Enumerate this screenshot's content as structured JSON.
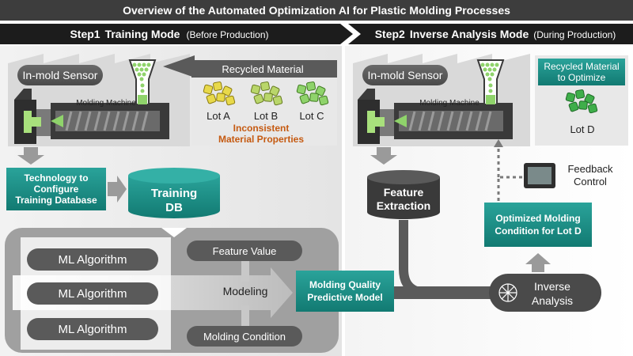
{
  "title": "Overview of the Automated Optimization AI for Plastic Molding Processes",
  "step1": {
    "label": "Step1",
    "name": "Training Mode",
    "note": "(Before Production)",
    "sensor_label": "In-mold Sensor",
    "machine_label": "Molding Machine",
    "recycled_label": "Recycled Material",
    "lots": [
      "Lot A",
      "Lot B",
      "Lot C"
    ],
    "inconsistent_line1": "Inconsistent",
    "inconsistent_line2": "Material Properties",
    "tech_line1": "Technology to",
    "tech_line2": "Configure",
    "tech_line3": "Training Database",
    "db_line1": "Training",
    "db_line2": "DB",
    "ml_algorithms": [
      "ML Algorithm",
      "ML Algorithm",
      "ML Algorithm"
    ],
    "feature_value": "Feature Value",
    "modeling": "Modeling",
    "molding_condition": "Molding Condition",
    "model_line1": "Molding Quality",
    "model_line2": "Predictive Model"
  },
  "step2": {
    "label": "Step2",
    "name": "Inverse Analysis Mode",
    "note": "(During Production)",
    "sensor_label": "In-mold Sensor",
    "machine_label": "Molding Machine",
    "recycled_line1": "Recycled Material",
    "recycled_line2": "to Optimize",
    "lot": "Lot D",
    "feedback_line1": "Feedback",
    "feedback_line2": "Control",
    "feature_line1": "Feature",
    "feature_line2": "Extraction",
    "optimized_line1": "Optimized Molding",
    "optimized_line2": "Condition for Lot D",
    "inverse_line1": "Inverse",
    "inverse_line2": "Analysis"
  },
  "colors": {
    "teal": "#1e8a82",
    "dark": "#3a3a3a",
    "orange": "#c55a11",
    "green_light": "#8fd36b",
    "yellow_lot": "#e8d94a"
  }
}
